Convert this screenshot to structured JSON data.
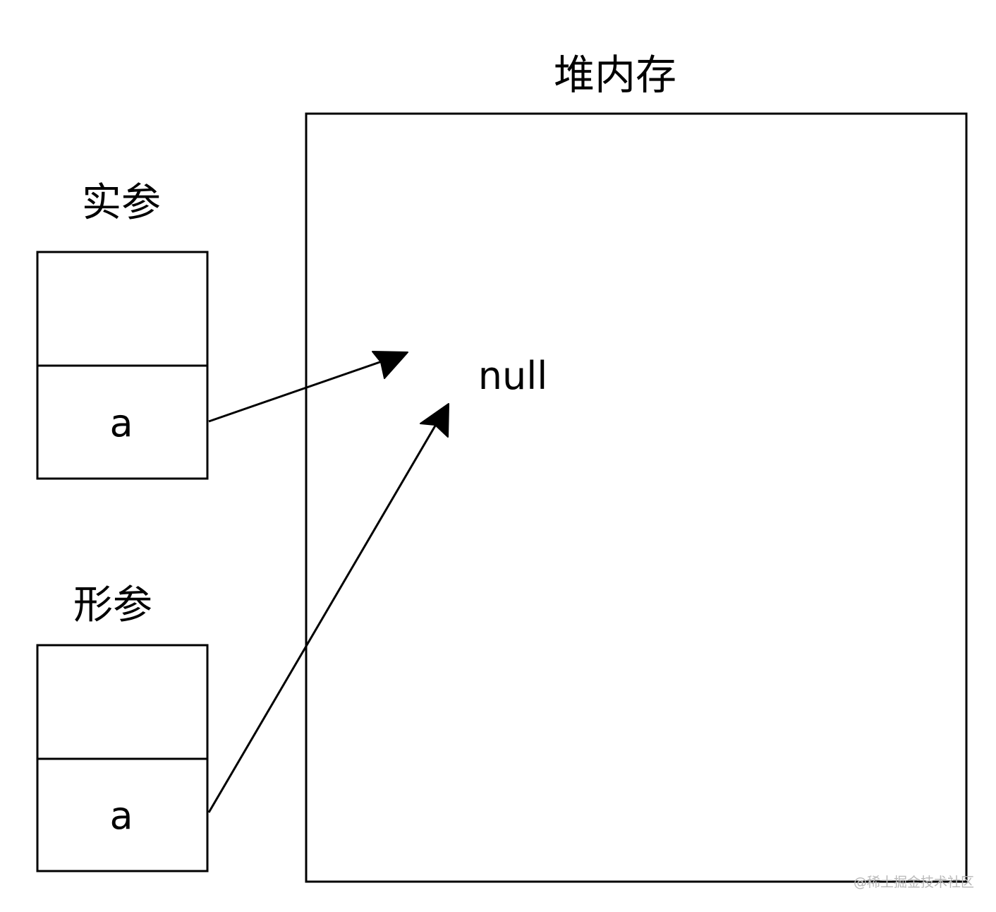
{
  "heap": {
    "title": "堆内存",
    "value": "null"
  },
  "actual_param": {
    "title": "实参",
    "top_cell": "",
    "var_cell": "a"
  },
  "formal_param": {
    "title": "形参",
    "top_cell": "",
    "var_cell": "a"
  },
  "watermark": "@稀土掘金技术社区",
  "colors": {
    "stroke": "#000000",
    "background": "#ffffff",
    "watermark": "#b9b9b9"
  }
}
